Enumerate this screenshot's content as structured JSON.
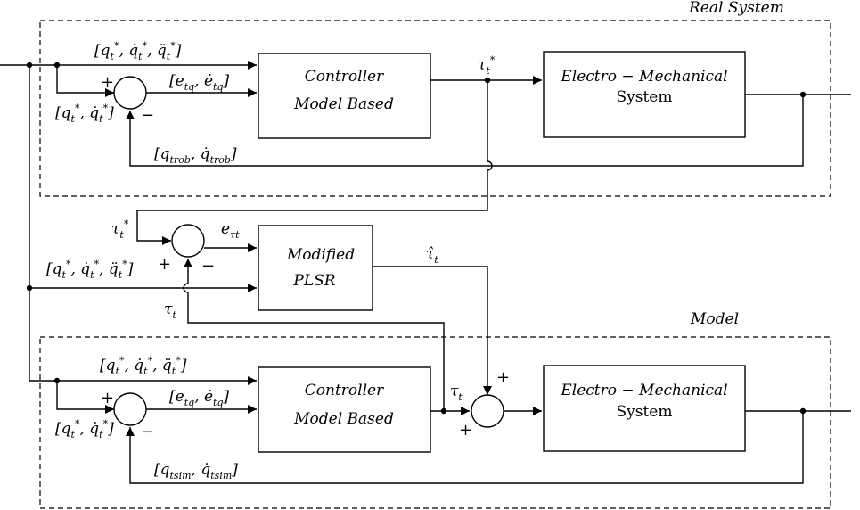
{
  "regions": {
    "real_system": "Real System",
    "model": "Model"
  },
  "blocks": {
    "controller_real": {
      "line1": "Controller",
      "line2": "Model Based"
    },
    "em_real": {
      "line1": "Electro − Mechanical",
      "line2": "System"
    },
    "plsr": {
      "line1": "Modified",
      "line2": "PLSR"
    },
    "controller_model": {
      "line1": "Controller",
      "line2": "Model Based"
    },
    "em_model": {
      "line1": "Electro − Mechanical",
      "line2": "System"
    }
  },
  "signals": {
    "ref_full": "[q*t, q̇*t, q̈*t]",
    "ref_pos_vel": "[q*t, q̇*t]",
    "error_q": "[etq, ėtq]",
    "tau_star": "τ*t",
    "feedback_rob": "[qtrob, q̇trob]",
    "error_tau": "eτt",
    "tau_hat": "τ̂t",
    "tau": "τt",
    "feedback_sim": "[qtsim, q̇tsim]"
  },
  "signs": {
    "plus": "+",
    "minus": "−"
  }
}
